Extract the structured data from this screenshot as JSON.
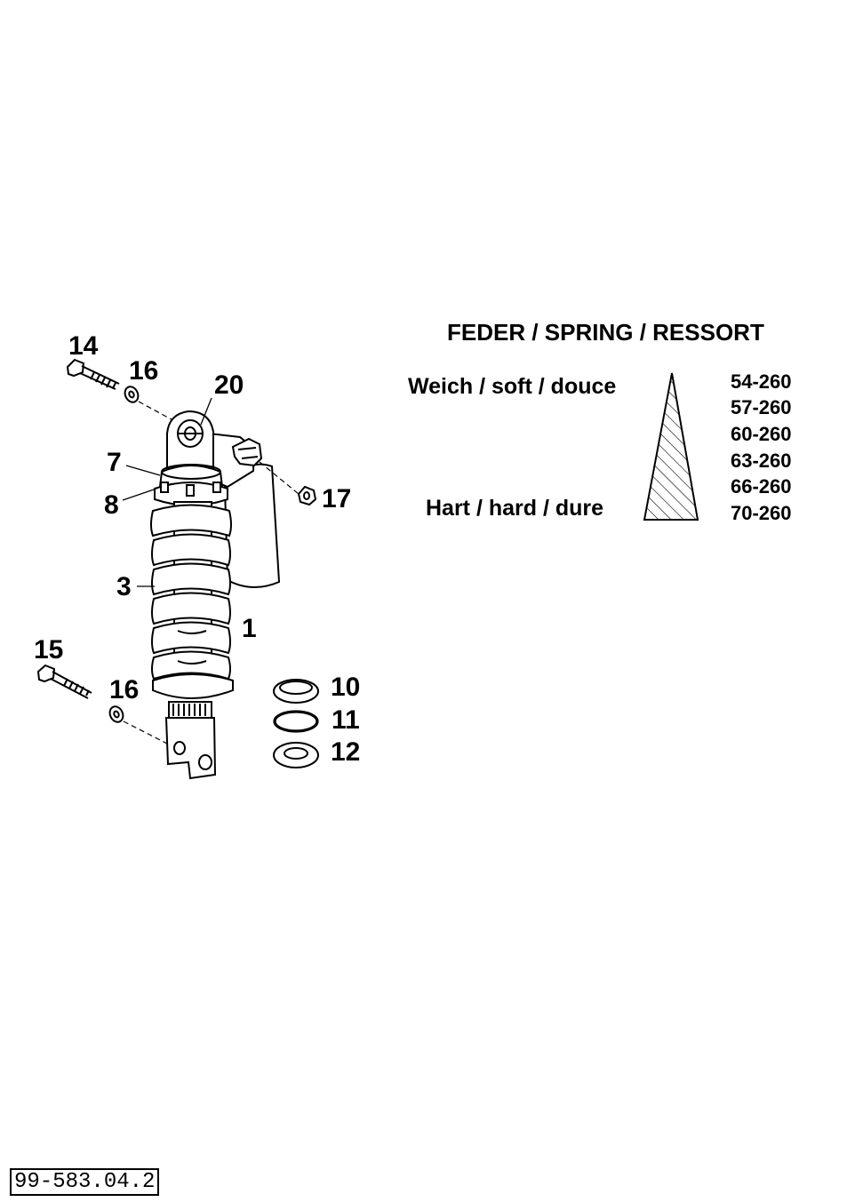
{
  "callouts": {
    "p14": "14",
    "p16_top": "16",
    "p20": "20",
    "p7": "7",
    "p8": "8",
    "p17": "17",
    "p3": "3",
    "p1": "1",
    "p15": "15",
    "p16_bottom": "16",
    "p10": "10",
    "p11": "11",
    "p12": "12"
  },
  "spring_table": {
    "title": "FEDER / SPRING / RESSORT",
    "soft_label": "Weich / soft / douce",
    "hard_label": "Hart / hard / dure",
    "rates": [
      "54-260",
      "57-260",
      "60-260",
      "63-260",
      "66-260",
      "70-260"
    ]
  },
  "drawing_number": "99-583.04.2"
}
